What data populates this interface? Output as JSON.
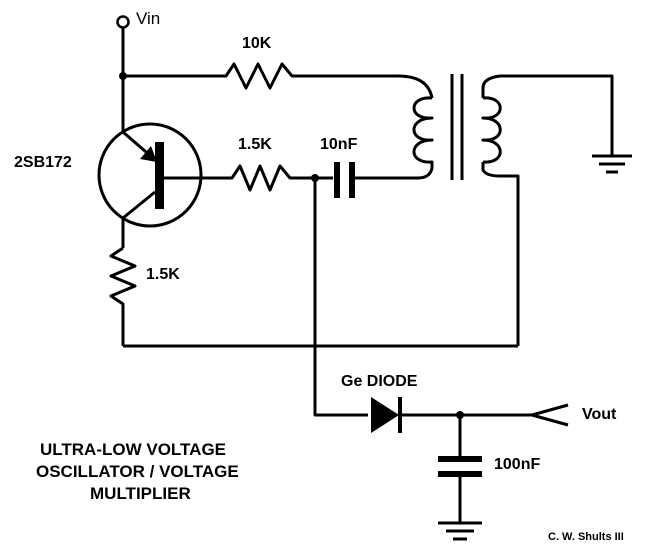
{
  "labels": {
    "vin": "Vin",
    "r_top": "10K",
    "transistor": "2SB172",
    "r_base": "1.5K",
    "cap_coupling": "10nF",
    "r_emitter": "1.5K",
    "diode": "Ge DIODE",
    "vout": "Vout",
    "cap_output": "100nF"
  },
  "title": {
    "line1": "ULTRA-LOW VOLTAGE",
    "line2": "OSCILLATOR / VOLTAGE",
    "line3": "MULTIPLIER"
  },
  "author": "C. W. Shults III"
}
